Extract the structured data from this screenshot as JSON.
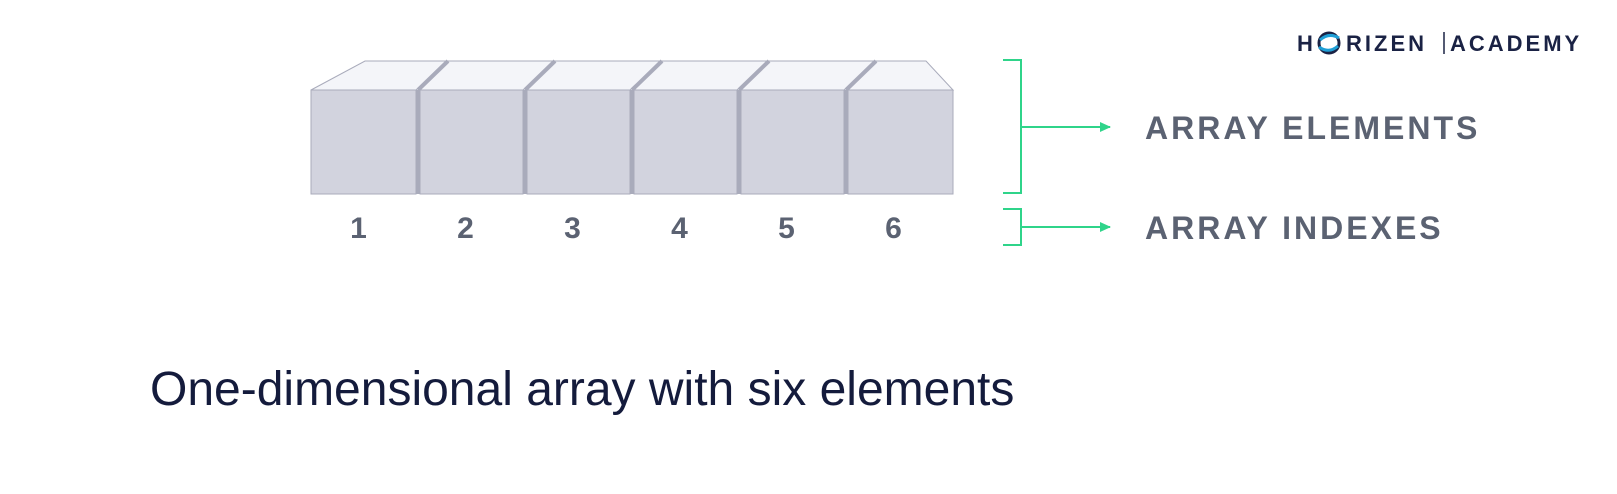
{
  "logo": {
    "part1": "H",
    "part2": "RIZEN",
    "part3": "ACADEMY"
  },
  "array": {
    "elements_count": 6,
    "indexes": [
      "1",
      "2",
      "3",
      "4",
      "5",
      "6"
    ]
  },
  "labels": {
    "elements": "ARRAY ELEMENTS",
    "indexes": "ARRAY INDEXES"
  },
  "caption": "One-dimensional array with six elements",
  "colors": {
    "accent": "#2fd48a",
    "logo_accent": "#1f9fd6",
    "box_front": "#d2d3de",
    "box_top": "#f4f5f9",
    "box_edge": "#a9abbb",
    "label": "#5b6272",
    "caption": "#141b3c"
  }
}
